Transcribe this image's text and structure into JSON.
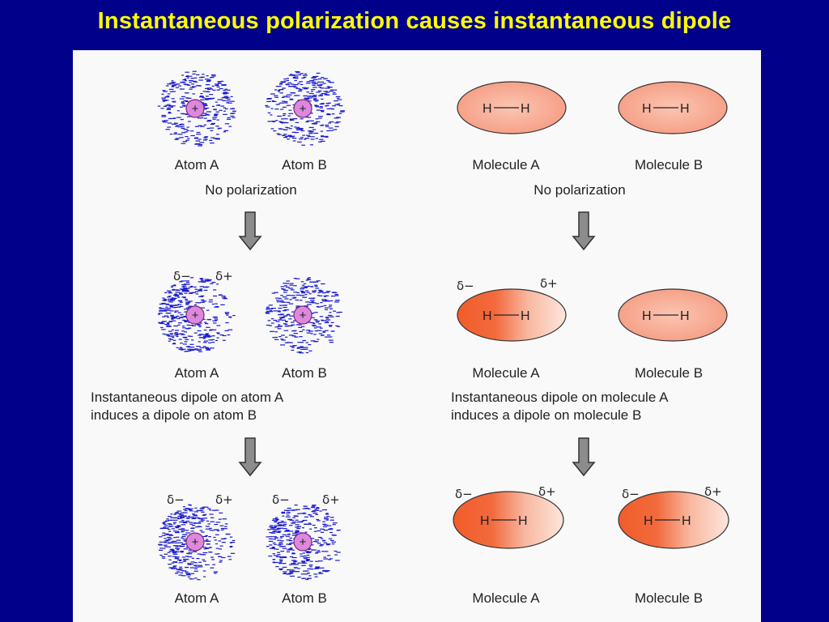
{
  "title": "Instantaneous polarization causes instantaneous dipole",
  "atoms": {
    "row1": {
      "atom_a": "Atom A",
      "atom_b": "Atom B",
      "caption": "No polarization"
    },
    "row2": {
      "atom_a": "Atom A",
      "atom_b": "Atom B",
      "caption_line1": "Instantaneous dipole on atom A",
      "caption_line2": "induces a dipole on atom B"
    },
    "row3": {
      "atom_a": "Atom A",
      "atom_b": "Atom B"
    },
    "nucleus_symbol": "+"
  },
  "molecules": {
    "row1": {
      "mol_a": "Molecule A",
      "mol_b": "Molecule B",
      "caption": "No polarization"
    },
    "row2": {
      "mol_a": "Molecule A",
      "mol_b": "Molecule B",
      "caption_line1": "Instantaneous dipole on molecule A",
      "caption_line2": "induces a dipole on molecule B"
    },
    "row3": {
      "mol_a": "Molecule A",
      "mol_b": "Molecule B"
    },
    "bond_left": "H",
    "bond_right": "H"
  },
  "symbols": {
    "delta_minus": "δ−",
    "delta_plus": "δ+"
  },
  "colors": {
    "background": "#00008b",
    "title": "#ffff00",
    "electron_dots": "#1a1acc",
    "nucleus": "#dd88dd",
    "molecule_neutral": "#f7a58f",
    "molecule_negative": "#f25c2a",
    "molecule_positive": "#fde6dc",
    "arrow": "#808080"
  }
}
